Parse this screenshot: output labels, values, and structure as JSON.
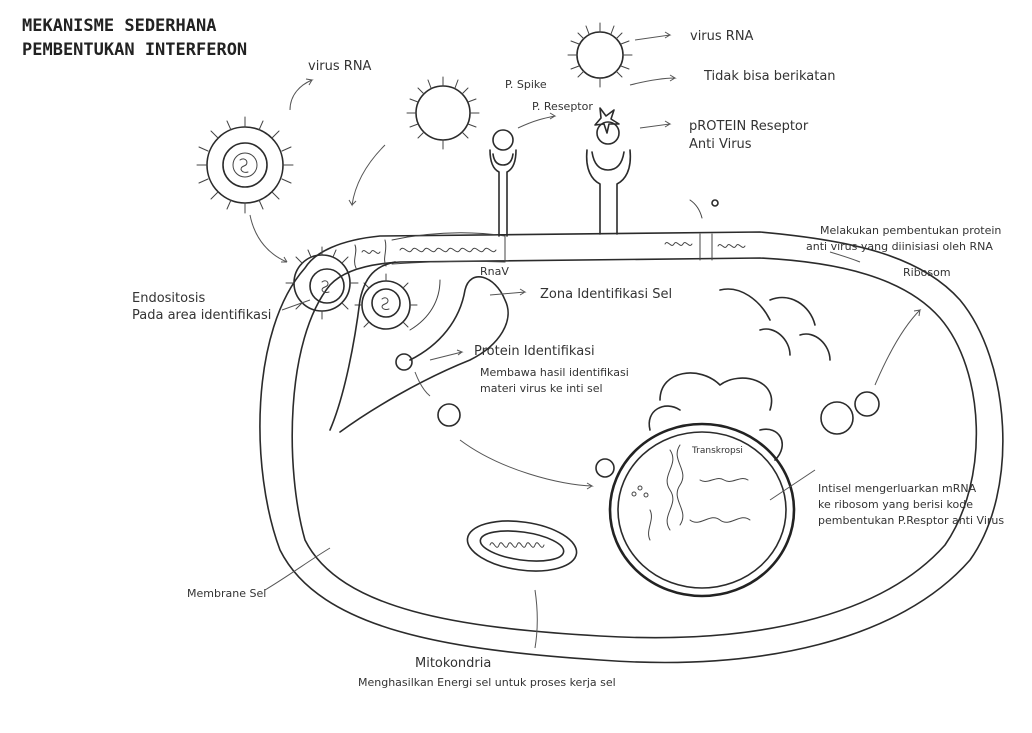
{
  "title": {
    "line1": "MEKANISME SEDERHANA",
    "line2": "PEMBENTUKAN INTERFERON"
  },
  "labels": {
    "virus_rna_left": "virus RNA",
    "virus_rna_right": "virus RNA",
    "p_spike": "P. Spike",
    "p_reseptor": "P. Reseptor",
    "tidak_bisa": "Tidak bisa berikatan",
    "protein_reseptor_1": "pROTEIN Reseptor",
    "protein_reseptor_2": "Anti Virus",
    "melakukan_1": "Melakukan pembentukan protein",
    "melakukan_2": "anti virus yang diinisiasi oleh RNA",
    "ribosom": "Ribosom",
    "endositosis_1": "Endositosis",
    "endositosis_2": "Pada area identifikasi",
    "rnav": "RnaV",
    "zona": "Zona Identifikasi Sel",
    "protein_identifikasi": "Protein Identifikasi",
    "membawa_1": "Membawa hasil identifikasi",
    "membawa_2": "materi virus ke inti sel",
    "transkripsi": "Transkropsi",
    "intisel_1": "Intisel mengerluarkan mRNA",
    "intisel_2": "ke ribosom yang berisi kode",
    "intisel_3": "pembentukan P.Resptor anti Virus",
    "membrane": "Membrane Sel",
    "mitokondria_1": "Mitokondria",
    "mitokondria_2": "Menghasilkan Energi sel untuk proses kerja sel"
  }
}
